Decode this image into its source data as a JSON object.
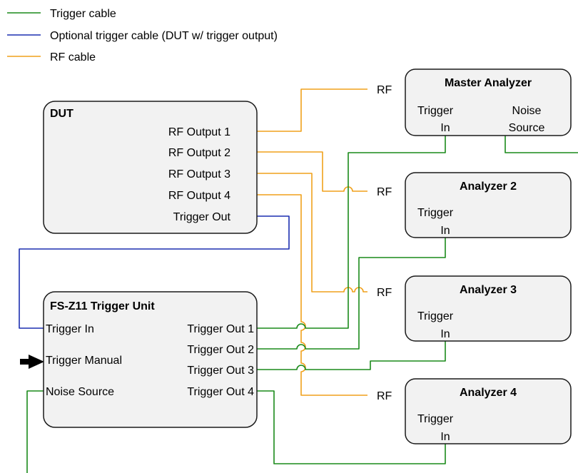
{
  "colors": {
    "trigger": "#1a8a1a",
    "optional": "#1c2fb0",
    "rf": "#f0a11c",
    "box_fill": "#f2f2f2",
    "box_stroke": "#1a1a1a"
  },
  "legend": [
    {
      "label": "Trigger cable",
      "color": "#1a8a1a"
    },
    {
      "label": "Optional trigger cable (DUT w/ trigger output)",
      "color": "#1c2fb0"
    },
    {
      "label": "RF cable",
      "color": "#f0a11c"
    }
  ],
  "dut": {
    "title": "DUT",
    "ports": [
      "RF Output 1",
      "RF Output 2",
      "RF Output 3",
      "RF Output 4",
      "Trigger Out"
    ]
  },
  "trigger_unit": {
    "title": "FS-Z11 Trigger Unit",
    "inputs": [
      "Trigger In",
      "Trigger Manual",
      "Noise Source"
    ],
    "outputs": [
      "Trigger Out 1",
      "Trigger Out 2",
      "Trigger Out 3",
      "Trigger Out 4"
    ]
  },
  "analyzers": [
    {
      "title": "Master Analyzer",
      "trigger_line1": "Trigger",
      "trigger_line2": "In",
      "noise_line1": "Noise",
      "noise_line2": "Source"
    },
    {
      "title": "Analyzer 2",
      "trigger_line1": "Trigger",
      "trigger_line2": "In"
    },
    {
      "title": "Analyzer 3",
      "trigger_line1": "Trigger",
      "trigger_line2": "In"
    },
    {
      "title": "Analyzer 4",
      "trigger_line1": "Trigger",
      "trigger_line2": "In"
    }
  ],
  "rf_labels": [
    "RF",
    "RF",
    "RF",
    "RF"
  ]
}
